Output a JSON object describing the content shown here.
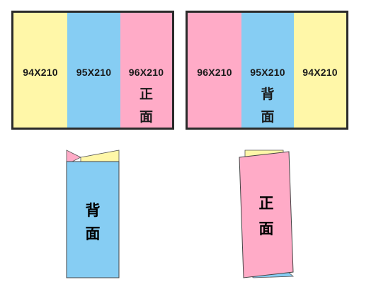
{
  "left_sheet": {
    "panels": [
      {
        "dimension": "94X210",
        "color": "#fff7a8"
      },
      {
        "dimension": "95X210",
        "color": "#86cdf3"
      },
      {
        "dimension": "96X210",
        "color": "#ffabc7",
        "side_label": [
          "正",
          "面"
        ]
      }
    ]
  },
  "right_sheet": {
    "panels": [
      {
        "dimension": "96X210",
        "color": "#ffabc7"
      },
      {
        "dimension": "95X210",
        "color": "#86cdf3",
        "side_label": [
          "背",
          "面"
        ]
      },
      {
        "dimension": "94X210",
        "color": "#fff7a8"
      }
    ]
  },
  "folded_left": {
    "label": [
      "背",
      "面"
    ],
    "color": "#86cdf3"
  },
  "folded_right": {
    "label": [
      "正",
      "面"
    ],
    "color": "#ffabc7"
  }
}
